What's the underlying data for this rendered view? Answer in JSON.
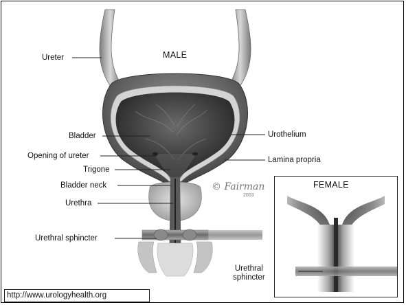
{
  "diagram": {
    "male_title": "MALE",
    "female_title": "FEMALE",
    "labels": {
      "ureter": "Ureter",
      "bladder": "Bladder",
      "opening_of_ureter": "Opening of ureter",
      "trigone": "Trigone",
      "bladder_neck": "Bladder neck",
      "urethra": "Urethra",
      "urethral_sphincter": "Urethral sphincter",
      "urothelium": "Urothelium",
      "lamina_propria": "Lamina propria",
      "female_urethral_line1": "Urethral",
      "female_urethral_line2": "sphincter"
    },
    "signature": "Fairman",
    "signature_year": "2003"
  },
  "source_url": "http://www.urologyhealth.org",
  "colors": {
    "background": "#ffffff",
    "border": "#000000",
    "tissue_dark": "#3a3a3a",
    "tissue_mid": "#8a8a8a",
    "tissue_light": "#c8c8c8"
  }
}
